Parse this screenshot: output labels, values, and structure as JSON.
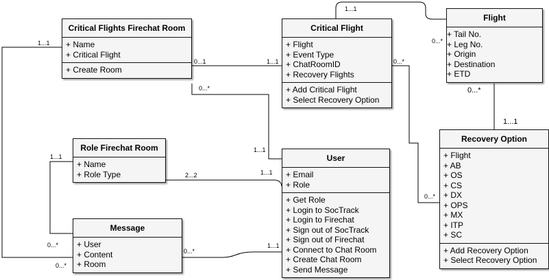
{
  "classes": {
    "cfcr": {
      "name": "Critical Flights Firechat Room",
      "attributes": [
        "+ Name",
        "+ Critical Flight"
      ],
      "operations": [
        "+ Create Room"
      ]
    },
    "critical_flight": {
      "name": "Critical Flight",
      "attributes": [
        "+ Flight",
        "+ Event Type",
        "+ ChatRoomID",
        "+ Recovery Flights"
      ],
      "operations": [
        "+ Add Critical Flight",
        "+ Select Recovery Option"
      ]
    },
    "flight": {
      "name": "Flight",
      "attributes": [
        "+ Tail No.",
        "+ Leg No.",
        "+ Origin",
        "+ Destination",
        "+ ETD"
      ]
    },
    "role_firechat_room": {
      "name": "Role Firechat Room",
      "attributes": [
        "+ Name",
        "+ Role Type"
      ]
    },
    "user": {
      "name": "User",
      "attributes": [
        "+ Email",
        "+ Role"
      ],
      "operations": [
        "+ Get Role",
        "+ Login to SocTrack",
        "+ Login to Firechat",
        "+ Sign out of SocTrack",
        "+ Sign out of Firechat",
        "+ Connect to Chat Room",
        "+ Create Chat Room",
        "+ Send Message"
      ]
    },
    "message": {
      "name": "Message",
      "attributes": [
        "+ User",
        "+ Content",
        "+ Room"
      ]
    },
    "recovery_option": {
      "name": "Recovery Option",
      "attributes": [
        "+ Flight",
        "+ AB",
        "+ OS",
        "+ CS",
        "+ DX",
        "+ OPS",
        "+ MX",
        "+ ITP",
        "+ SC"
      ],
      "operations": [
        "+ Add Recovery Option",
        "+ Select Recovery Option"
      ]
    }
  },
  "multiplicities": {
    "cfcr_left": "1...1",
    "cfcr_to_cf": "0...1",
    "cf_from_cfcr": "1...1",
    "cfcr_bottom": "0...*",
    "cf_top": "1...1",
    "flight_left": "0...*",
    "cf_right": "0...*",
    "flight_bottom": "0...*",
    "ro_top": "1...1",
    "ro_left": "0...*",
    "user_top": "1...1",
    "role_left": "1...1",
    "role_to_user": "2...2",
    "user_from_role": "1...1",
    "msg_left_upper": "0...*",
    "msg_left_lower": "0...*",
    "msg_to_user": "0...*",
    "user_from_msg": "1...1"
  }
}
